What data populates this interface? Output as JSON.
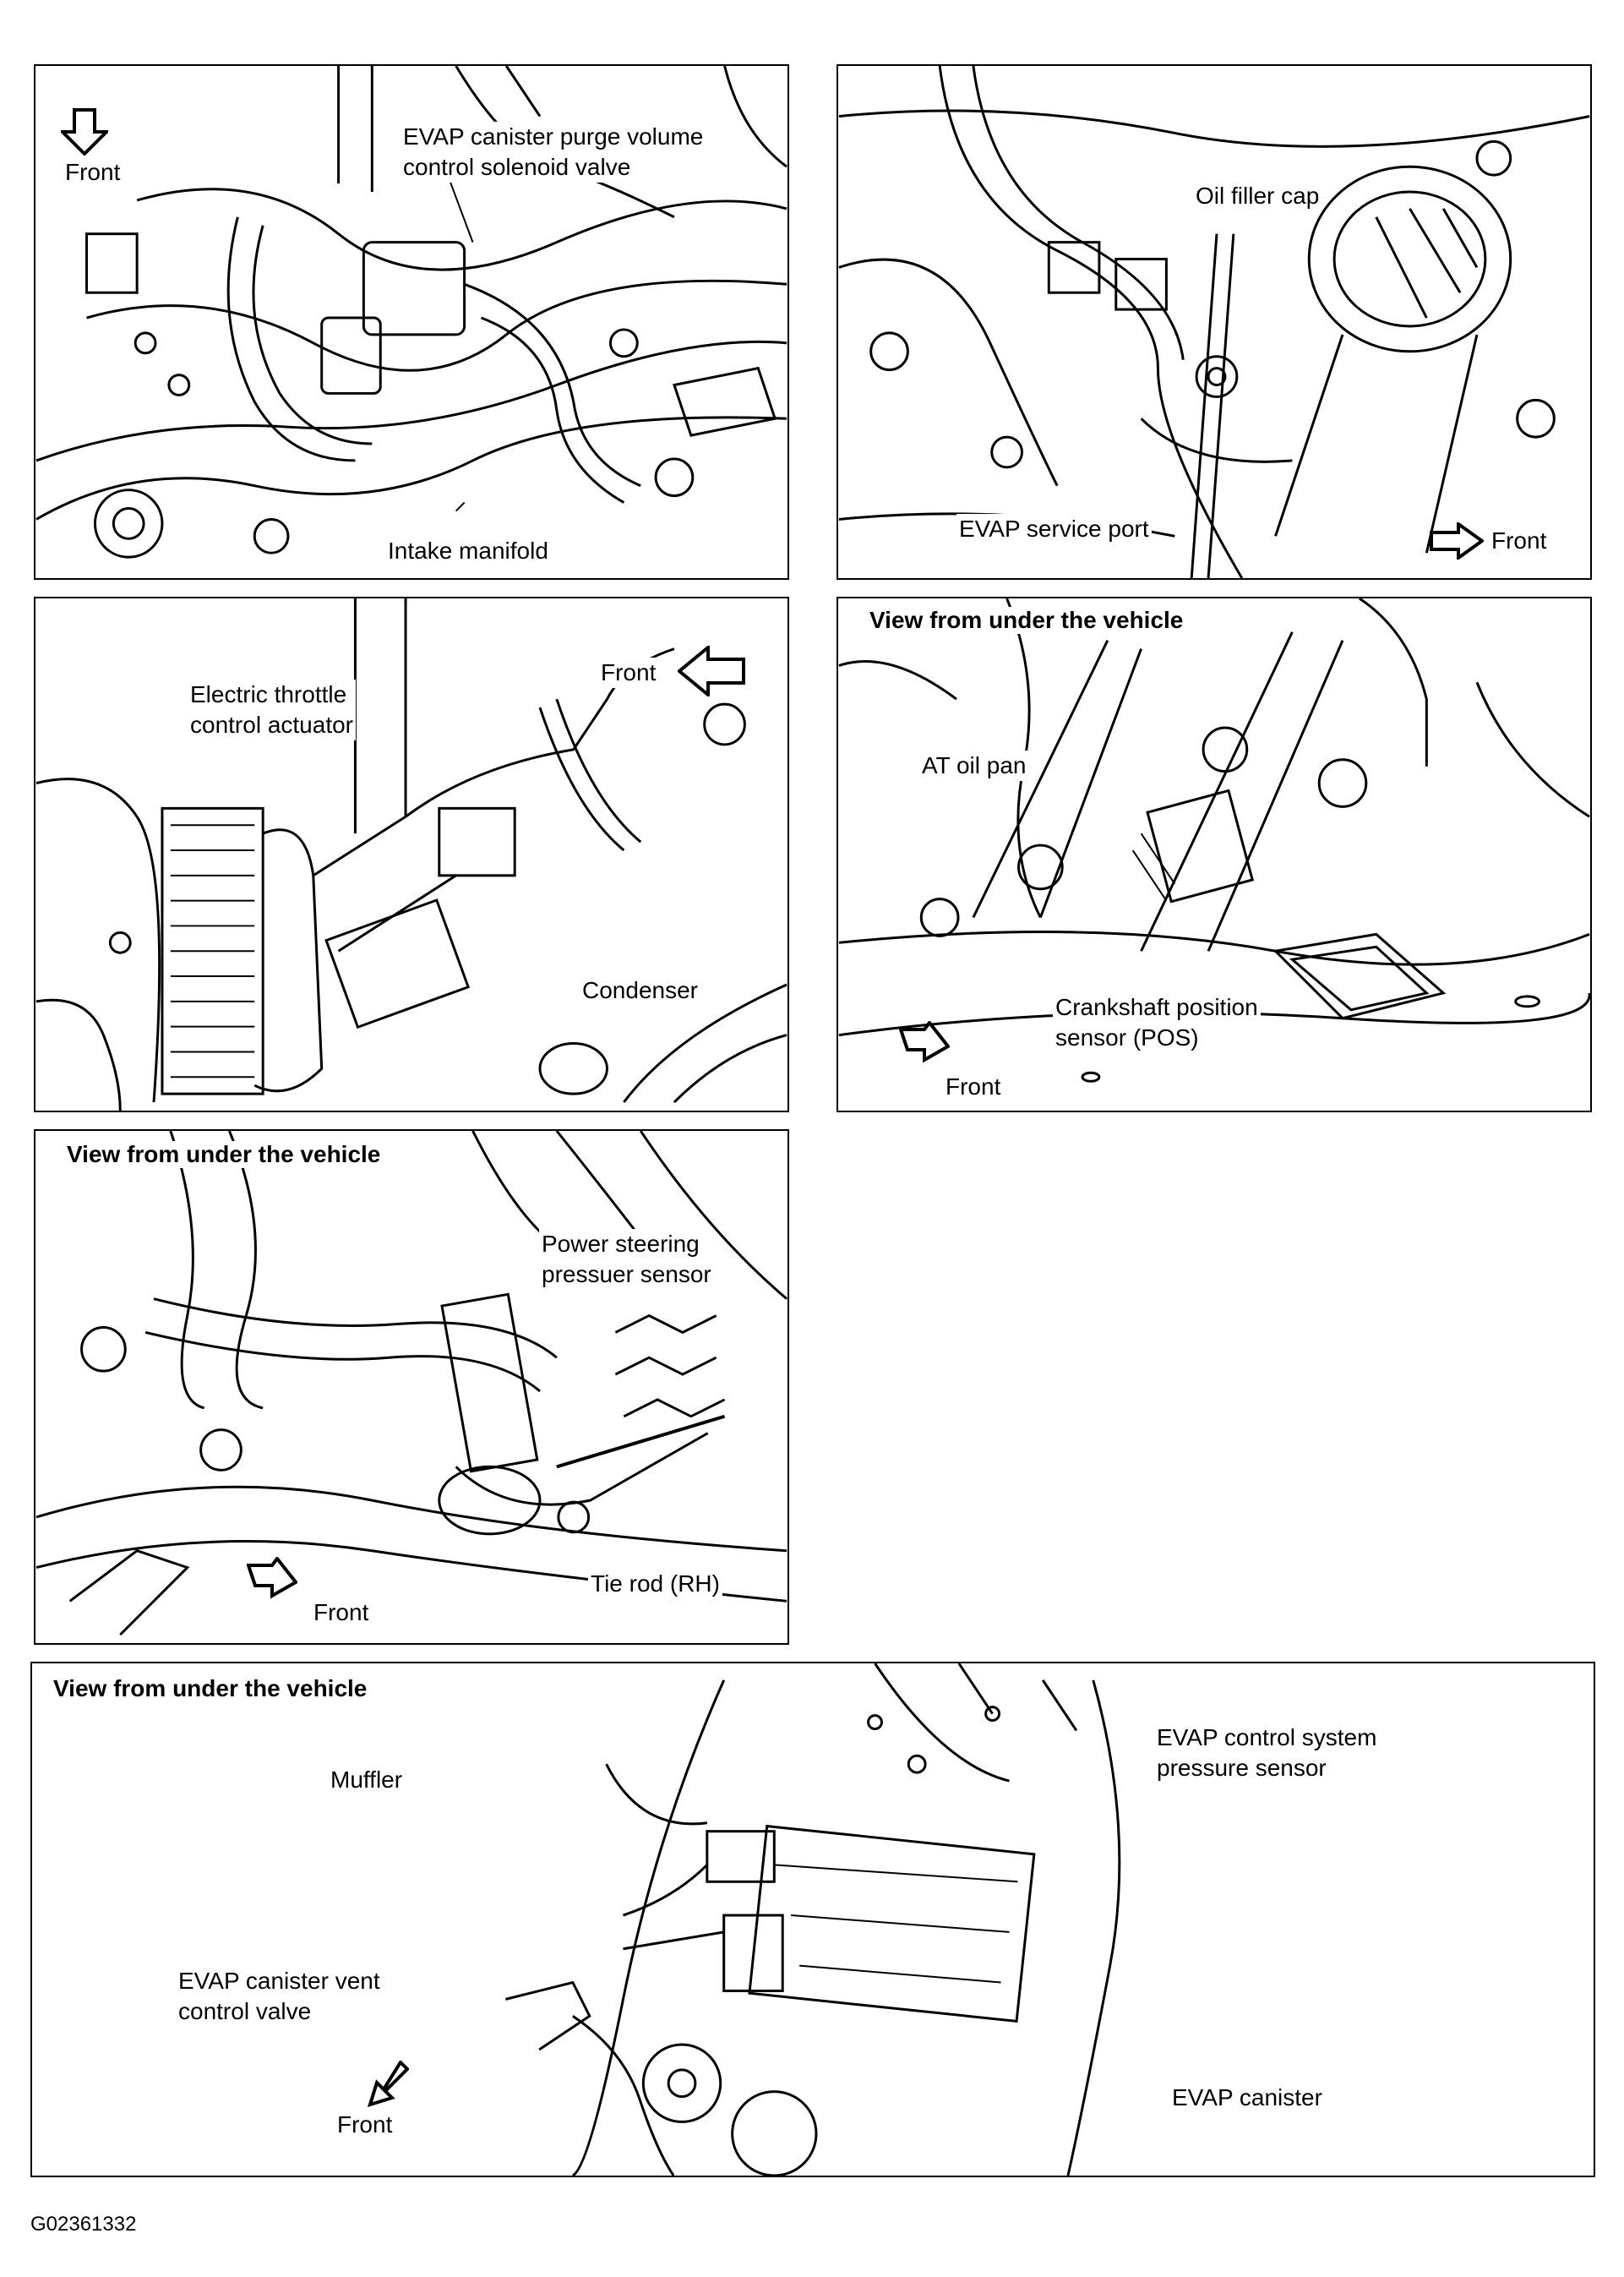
{
  "figure_id": "G02361332",
  "panels": [
    {
      "labels": {
        "front": "Front",
        "evap_purge_valve": "EVAP canister purge volume\ncontrol solenoid valve",
        "intake_manifold": "Intake manifold"
      }
    },
    {
      "labels": {
        "oil_filler_cap": "Oil filler cap",
        "evap_service_port": "EVAP service port",
        "front": "Front"
      }
    },
    {
      "labels": {
        "electric_throttle": "Electric throttle\ncontrol actuator",
        "front": "Front",
        "condenser": "Condenser"
      }
    },
    {
      "header": "View from under the vehicle",
      "labels": {
        "at_oil_pan": "AT oil pan",
        "crankshaft_sensor": "Crankshaft position\nsensor (POS)",
        "front": "Front"
      }
    },
    {
      "header": "View from under the vehicle",
      "labels": {
        "power_steering_sensor": "Power steering\npressuer sensor",
        "tie_rod": "Tie rod (RH)",
        "front": "Front"
      }
    },
    {
      "header": "View from under the vehicle",
      "labels": {
        "muffler": "Muffler",
        "evap_pressure_sensor": "EVAP control system\npressure sensor",
        "evap_vent_valve": "EVAP canister vent\ncontrol valve",
        "evap_canister": "EVAP canister",
        "front": "Front"
      }
    }
  ]
}
